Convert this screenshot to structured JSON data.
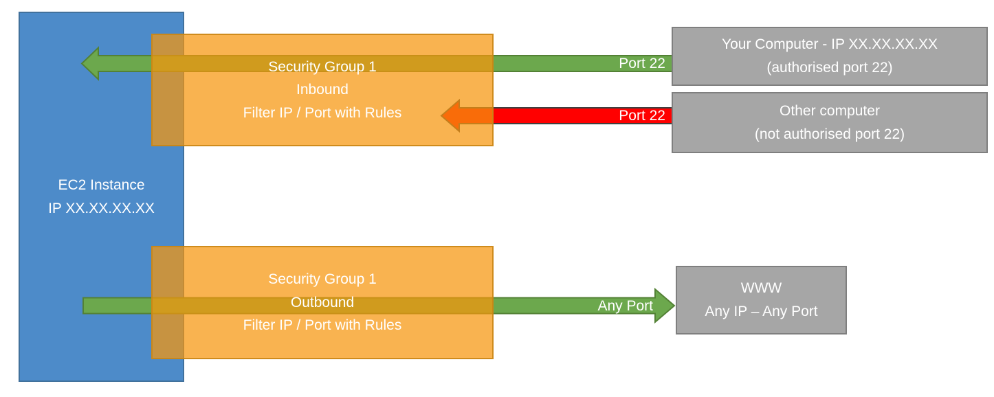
{
  "colors": {
    "blue_fill": "#4D8BC9",
    "blue_border": "#41719C",
    "orange_fill": "#F6960D",
    "orange_border": "#C88514",
    "green_fill": "#6CA84D",
    "green_border": "#538135",
    "red_fill": "#FF0000",
    "red_border": "#404040",
    "gray_fill": "#A6A6A6",
    "gray_border": "#7F7F7F",
    "text": "#FFFFFF"
  },
  "ec2_instance": {
    "line1": "EC2 Instance",
    "line2": "IP XX.XX.XX.XX"
  },
  "inbound_group": {
    "line1": "Security Group 1",
    "line2": "Inbound",
    "line3": "Filter IP / Port with Rules"
  },
  "outbound_group": {
    "line1": "Security Group 1",
    "line2": "Outbound",
    "line3": "Filter IP / Port with Rules"
  },
  "your_computer": {
    "line1": "Your Computer - IP XX.XX.XX.XX",
    "line2": "(authorised port 22)"
  },
  "other_computer": {
    "line1": "Other computer",
    "line2": "(not authorised port 22)"
  },
  "www": {
    "line1": "WWW",
    "line2": "Any IP – Any Port"
  },
  "arrows": {
    "inbound_allowed_label": "Port 22",
    "inbound_blocked_label": "Port 22",
    "outbound_label": "Any Port"
  }
}
